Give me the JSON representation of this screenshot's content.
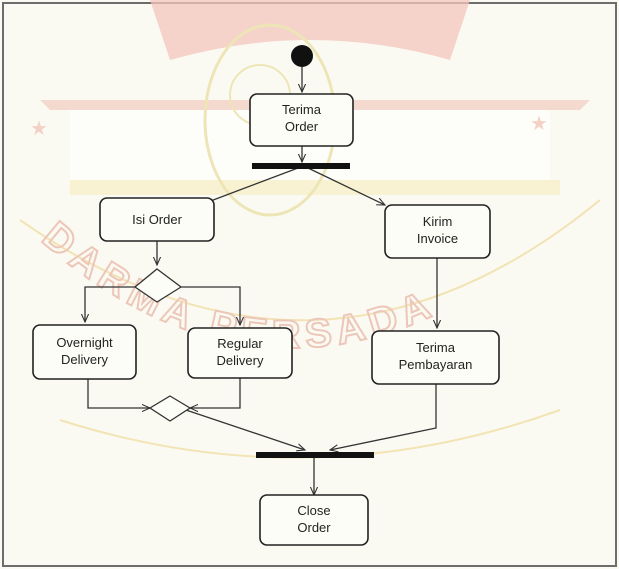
{
  "diagram": {
    "nodes": {
      "terima_order": [
        "Terima",
        "Order"
      ],
      "isi_order": [
        "Isi Order"
      ],
      "kirim_invoice": [
        "Kirim",
        "Invoice"
      ],
      "overnight_delivery": [
        "Overnight",
        "Delivery"
      ],
      "regular_delivery": [
        "Regular",
        "Delivery"
      ],
      "terima_pembayaran": [
        "Terima",
        "Pembayaran"
      ],
      "close_order": [
        "Close",
        "Order"
      ]
    },
    "watermark": {
      "text": "DARMA PERSADA"
    }
  }
}
